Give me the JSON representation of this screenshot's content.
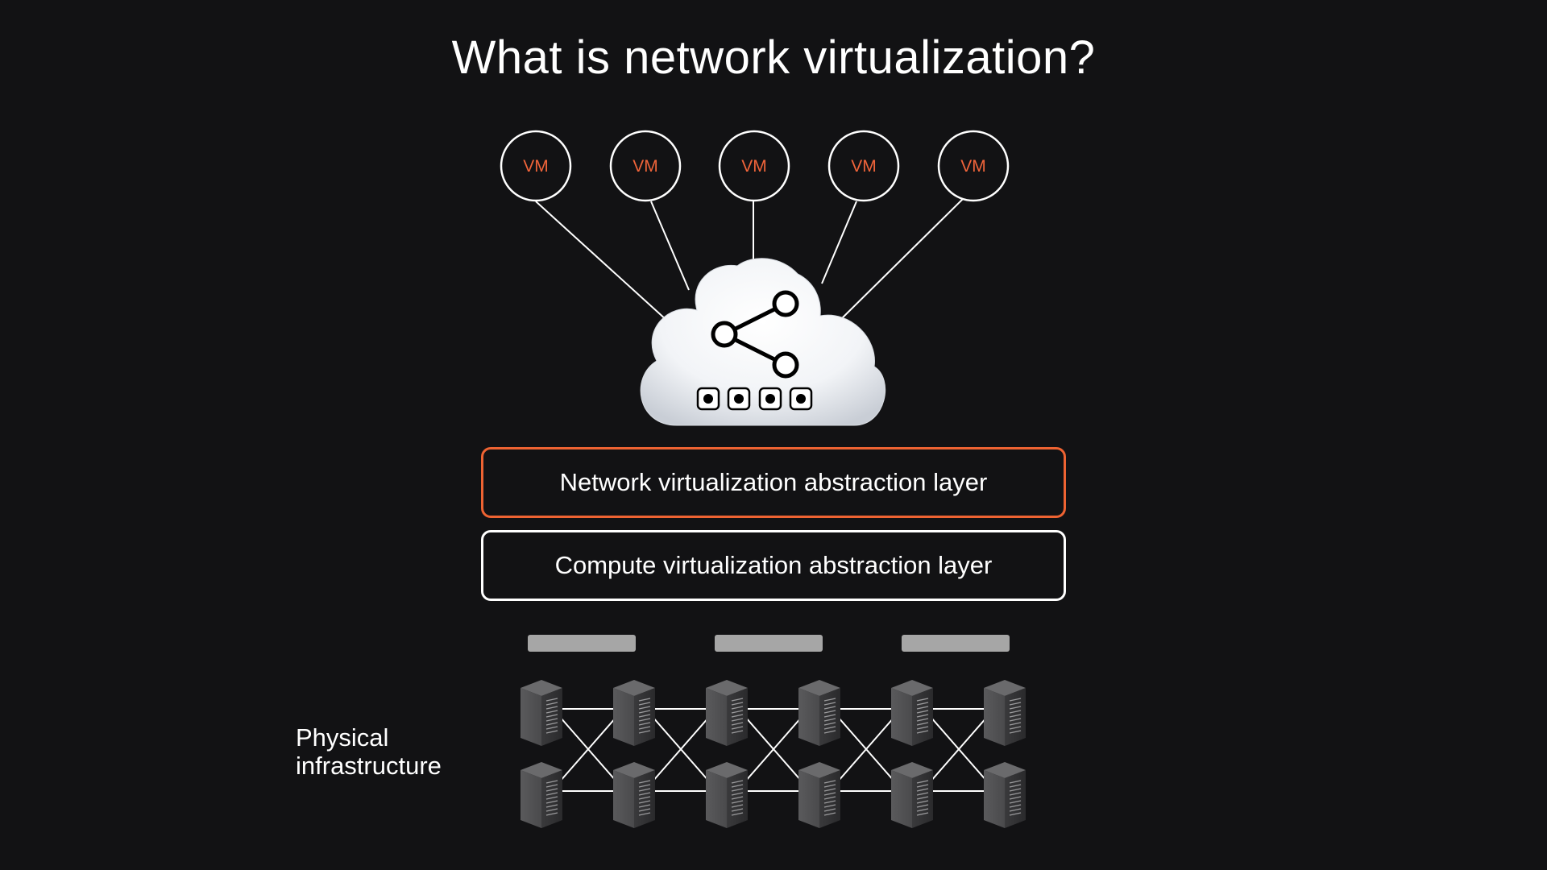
{
  "title": "What is network virtualization?",
  "vms": [
    {
      "label": "VM"
    },
    {
      "label": "VM"
    },
    {
      "label": "VM"
    },
    {
      "label": "VM"
    },
    {
      "label": "VM"
    }
  ],
  "layers": {
    "network": "Network virtualization abstraction layer",
    "compute": "Compute virtualization abstraction layer"
  },
  "physical": {
    "line1": "Physical",
    "line2": "infrastructure"
  },
  "icons": {
    "cloud": "cloud-icon",
    "share": "share-network-icon",
    "ports": "port-icon",
    "server": "server-tower-icon"
  },
  "colors": {
    "background": "#121214",
    "accent": "#ee6332",
    "vm_text": "#f0643a",
    "line": "#ffffff",
    "switch_bar": "#a6a6a6"
  }
}
